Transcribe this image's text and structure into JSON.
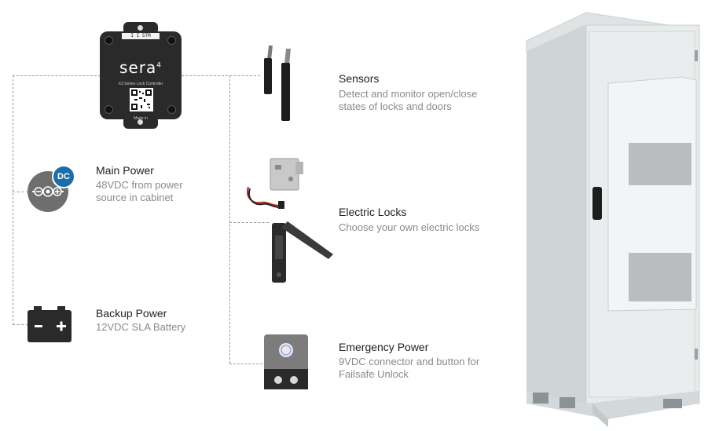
{
  "controller": {
    "brand": "sera",
    "brand_sup": "4",
    "subtitle": "X3 Series Lock Controller",
    "strip": "I  I  STM",
    "made_in": "Made in"
  },
  "components": {
    "sensors": {
      "title": "Sensors",
      "desc_lines": [
        "Detect and monitor open/close",
        "states of locks and doors"
      ]
    },
    "main_power": {
      "title": "Main Power",
      "badge": "DC",
      "desc_lines": [
        "48VDC from power",
        "source in cabinet"
      ]
    },
    "electric_locks": {
      "title": "Electric Locks",
      "desc_lines": [
        "Choose your own electric locks"
      ]
    },
    "backup_power": {
      "title": "Backup Power",
      "desc_lines": [
        "12VDC SLA Battery"
      ]
    },
    "emergency_power": {
      "title": "Emergency Power",
      "desc_lines": [
        "9VDC connector and button for",
        "Failsafe Unlock"
      ]
    }
  },
  "colors": {
    "badge_blue": "#1b6ea8",
    "icon_gray": "#6e6e6e",
    "connector_line": "#9a9a9a",
    "cabinet": "#e6e9ea"
  },
  "icons": {
    "main_power": "dc-power-icon",
    "backup_power": "battery-icon"
  }
}
